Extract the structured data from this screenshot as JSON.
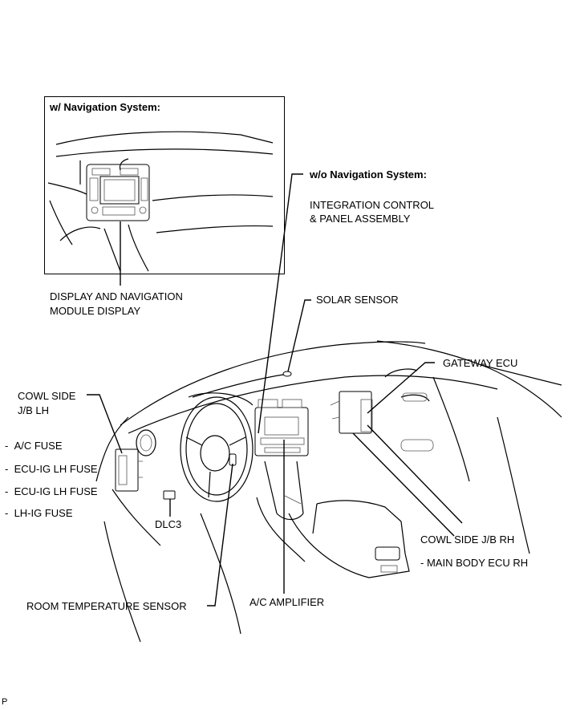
{
  "inset": {
    "title": "w/ Navigation System:"
  },
  "labels": {
    "display_nav_1": "DISPLAY AND NAVIGATION",
    "display_nav_2": "MODULE DISPLAY",
    "wo_nav": "w/o Navigation System:",
    "integration_1": "INTEGRATION CONTROL",
    "integration_2": "& PANEL ASSEMBLY",
    "solar_sensor": "SOLAR SENSOR",
    "gateway_ecu": "GATEWAY ECU",
    "cowl_lh_1": "COWL SIDE",
    "cowl_lh_2": "J/B LH",
    "ac_fuse": "A/C FUSE",
    "ecu_ig_lh_fuse_1": "ECU-IG LH FUSE",
    "ecu_ig_lh_fuse_2": "ECU-IG LH FUSE",
    "lh_ig_fuse": "LH-IG FUSE",
    "dlc3": "DLC3",
    "cowl_rh": "COWL SIDE J/B RH",
    "main_body_ecu": "MAIN BODY ECU RH",
    "room_temp": "ROOM TEMPERATURE SENSOR",
    "ac_amplifier": "A/C AMPLIFIER",
    "footer_code": "P"
  }
}
